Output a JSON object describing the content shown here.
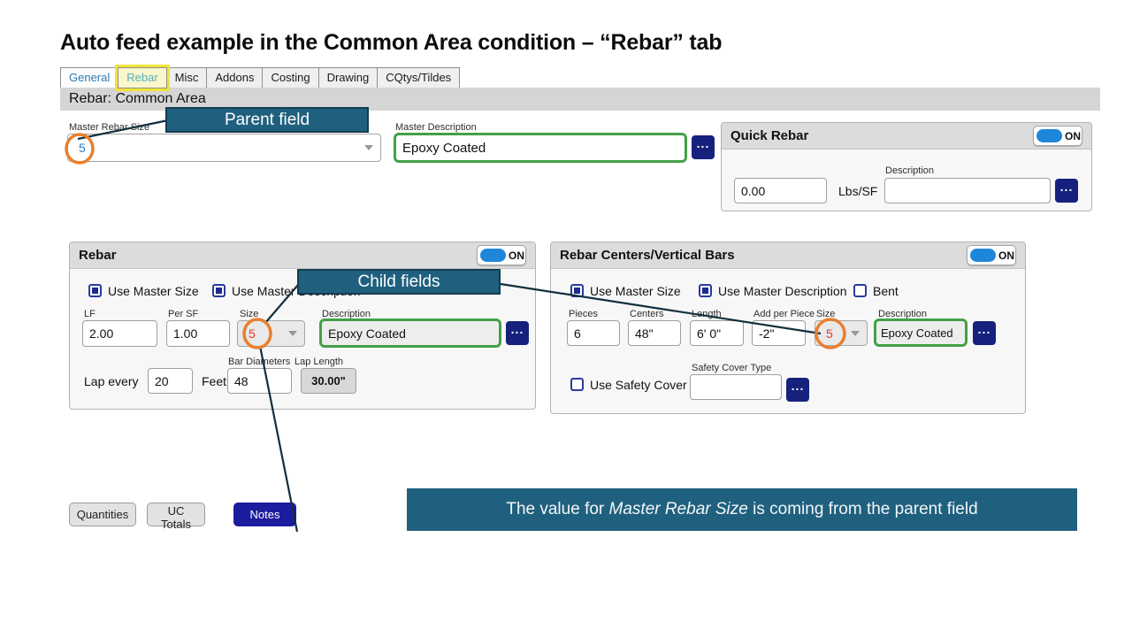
{
  "title": "Auto feed example in the Common Area condition – “Rebar” tab",
  "tab_bar": {
    "tabs": [
      "General",
      "Rebar",
      "Misc",
      "Addons",
      "Costing",
      "Drawing",
      "CQtys/Tildes"
    ],
    "highlighted_tab": "Rebar"
  },
  "breadcrumb": "Rebar: Common Area",
  "ui": {
    "ellipsis": "...",
    "toggle_on": "ON"
  },
  "master": {
    "rebar_size_label": "Master Rebar Size",
    "rebar_size_value": "5",
    "description_label": "Master Description",
    "description_value": "Epoxy Coated"
  },
  "quick_rebar": {
    "title": "Quick Rebar",
    "toggle": "ON",
    "lbs_value": "0.00",
    "lbs_unit_label": "Lbs/SF",
    "description_label": "Description",
    "description_value": ""
  },
  "rebar_panel": {
    "title": "Rebar",
    "toggle": "ON",
    "use_master_size_label": "Use Master Size",
    "use_master_description_label": "Use Master Description",
    "lf_label": "LF",
    "lf_value": "2.00",
    "per_sf_label": "Per SF",
    "per_sf_value": "1.00",
    "size_label": "Size",
    "size_value": "5",
    "description_label": "Description",
    "description_value": "Epoxy Coated",
    "lap_every_label": "Lap every",
    "lap_every_value": "20",
    "feet_label": "Feet",
    "bar_diameters_label": "Bar Diameters",
    "bar_diameters_value": "48",
    "lap_length_label": "Lap Length",
    "lap_length_value": "30.00\""
  },
  "centers_panel": {
    "title": "Rebar Centers/Vertical Bars",
    "toggle": "ON",
    "use_master_size_label": "Use Master Size",
    "use_master_description_label": "Use Master Description",
    "bent_label": "Bent",
    "pieces_label": "Pieces",
    "pieces_value": "6",
    "centers_label": "Centers",
    "centers_value": "48\"",
    "length_label": "Length",
    "length_value": "6' 0\"",
    "add_per_piece_label": "Add per Piece",
    "add_per_piece_value": "-2\"",
    "size_label": "Size",
    "size_value": "5",
    "description_label": "Description",
    "description_value": "Epoxy Coated",
    "use_safety_cover_label": "Use Safety Cover",
    "safety_cover_type_label": "Safety Cover Type",
    "safety_cover_type_value": ""
  },
  "footer_buttons": {
    "quantities": "Quantities",
    "uc_totals": "UC Totals",
    "notes": "Notes"
  },
  "annotations": {
    "parent_field": "Parent field",
    "child_fields": "Child fields",
    "callout_prefix": "The value for ",
    "callout_italic": "Master Rebar Size",
    "callout_suffix": " is coming from the parent field"
  },
  "colors": {
    "annotation_teal": "#20607f",
    "highlight_orange": "#e87f2e",
    "highlight_green": "#43a047",
    "highlight_yellow": "#f2e33b",
    "value_blue": "#2979c8",
    "value_red": "#e3362b",
    "navy_button": "#16217d",
    "toggle_blue": "#1e86d9"
  }
}
